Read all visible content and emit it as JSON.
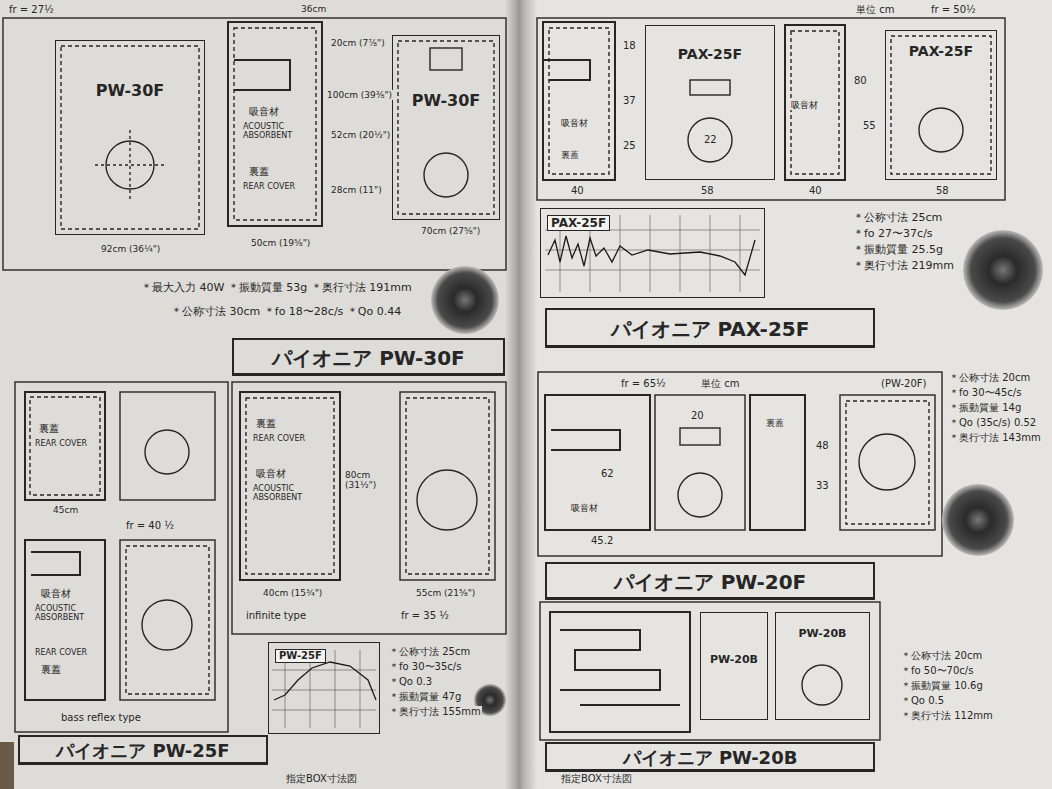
{
  "diagram": {
    "nodes": [
      {
        "text": [
          "パイオニア PW-30F"
        ]
      },
      {
        "text": [
          "パイオニア PW-25F"
        ]
      },
      {
        "text": [
          "パイオニア PAX-25F"
        ]
      },
      {
        "text": [
          "パイオニア PW-20F"
        ]
      },
      {
        "text": [
          "パイオニア PW-20B"
        ]
      },
      {
        "text": [
          "PW-30F"
        ]
      },
      {
        "text": [
          "PW-30F"
        ]
      },
      {
        "text": [
          "PAX-25F"
        ]
      },
      {
        "text": [
          "PAX-25F"
        ]
      },
      {
        "text": [
          "PW-20B"
        ]
      },
      {
        "text": [
          "PW-20B"
        ]
      },
      {
        "text": [
          "PAX-25F"
        ]
      },
      {
        "text": [
          "PW-25F"
        ]
      }
    ],
    "labels": [
      "fr = 27½",
      "36cm",
      "吸音材",
      "ACOUSTIC ABSORBENT",
      "裏蓋",
      "REAR COVER",
      "20cm (7⅞\")",
      "100cm (39⅜\")",
      "52cm (20½\")",
      "28cm (11\")",
      "70cm (27⅝\")",
      "50cm (19⅝\")",
      "92cm (36¼\")",
      "＊最大入力 40W ＊振動質量 53g ＊奥行寸法 191mm",
      "＊公称寸法 30cm ＊fo 18〜28c/s ＊Qo 0.44",
      "裏蓋",
      "REAR COVER",
      "吸音材",
      "ACOUSTIC ABSORBENT",
      "80cm (31½\")",
      "40cm (15¾\")",
      "55cm (21⅝\")",
      "infinite type",
      "fr = 35 ½",
      "＊公称寸法 25cm",
      "＊fo 30〜35c/s",
      "＊Qo 0.3",
      "＊振動質量 47g",
      "＊奥行寸法 155mm",
      "裏蓋",
      "REAR COVER",
      "45cm",
      "fr = 40 ½",
      "吸音材",
      "ACOUSTIC ABSORBENT",
      "REAR COVER",
      "裏蓋",
      "bass reflex type",
      "指定BOX寸法図",
      "単位 cm",
      "fr = 50½",
      "18",
      "37",
      "25",
      "吸音材",
      "裏蓋",
      "40",
      "58",
      "22",
      "吸音材",
      "40",
      "80",
      "55",
      "58",
      "＊公称寸法 25cm",
      "＊fo 27〜37c/s",
      "＊振動質量 25.5g",
      "＊奥行寸法 219mm",
      "fr = 65½",
      "単位 cm",
      "(PW-20F)",
      "20",
      "62",
      "48",
      "33",
      "45.2",
      "吸音材",
      "裏蓋",
      "＊公称寸法 20cm",
      "＊fo 30〜45c/s",
      "＊振動質量 14g",
      "＊Qo (35c/s) 0.52",
      "＊奥行寸法 143mm",
      "＊公称寸法 20cm",
      "＊fo 50〜70c/s",
      "＊振動質量 10.6g",
      "＊Qo 0.5",
      "＊奥行寸法 112mm",
      "指定BOX寸法図"
    ]
  }
}
